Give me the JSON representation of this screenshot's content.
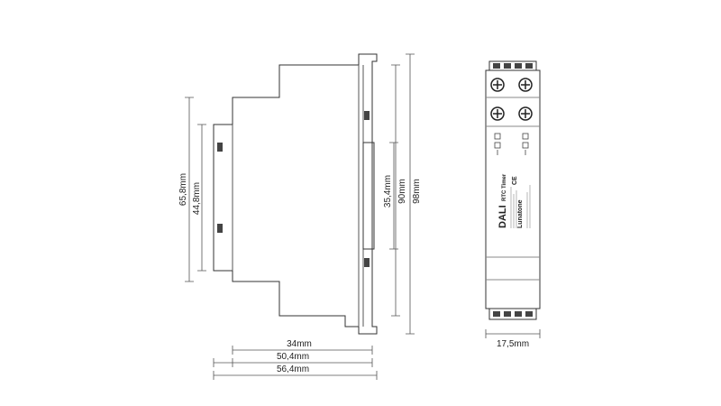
{
  "side_view": {
    "dimensions_vertical": [
      "65,8mm",
      "44,8mm",
      "35,4mm",
      "90mm",
      "98mm"
    ],
    "dimensions_horizontal": [
      "34mm",
      "50,4mm",
      "56,4mm"
    ]
  },
  "front_view": {
    "width_label": "17,5mm",
    "brand_main": "DALI",
    "product_name": "RTC Timer",
    "manufacturer": "Lunatone",
    "ce_mark": "CE"
  }
}
